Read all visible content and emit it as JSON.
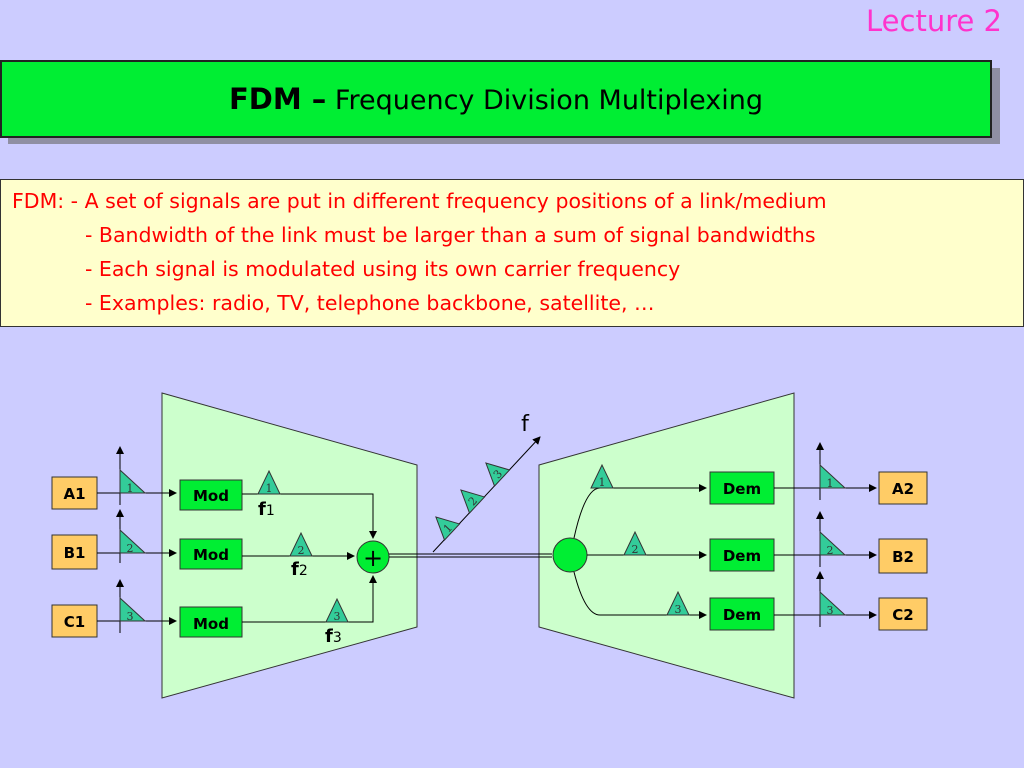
{
  "header": {
    "lecture": "Lecture 2"
  },
  "title": {
    "bold": "FDM –",
    "rest": "Frequency Division Multiplexing"
  },
  "description": {
    "lines": [
      "FDM: - A set of signals are put in different frequency positions of a link/medium",
      "- Bandwidth of the link must be larger than a sum of signal bandwidths",
      "- Each signal is modulated using its own carrier frequency",
      "- Examples: radio, TV, telephone backbone, satellite, …"
    ]
  },
  "diagram": {
    "inputs": [
      "A1",
      "B1",
      "C1"
    ],
    "outputs": [
      "A2",
      "B2",
      "C2"
    ],
    "modulator_label": "Mod",
    "demodulator_label": "Dem",
    "carrier_symbol": "f",
    "carrier_subscripts": [
      "1",
      "2",
      "3"
    ],
    "channel_numbers": [
      "1",
      "2",
      "3"
    ],
    "sum_symbol": "+",
    "frequency_axis_label": "f"
  },
  "colors": {
    "background": "#ccccff",
    "title_fill": "#00ee33",
    "description_fill": "#ffffcc",
    "description_text": "#ff0000",
    "lecture_text": "#ff33cc",
    "mux_fill": "#ccffcc",
    "mod_fill": "#00ee33",
    "triangle_fill": "#33cc99",
    "label_box_fill": "#ffcc66"
  }
}
